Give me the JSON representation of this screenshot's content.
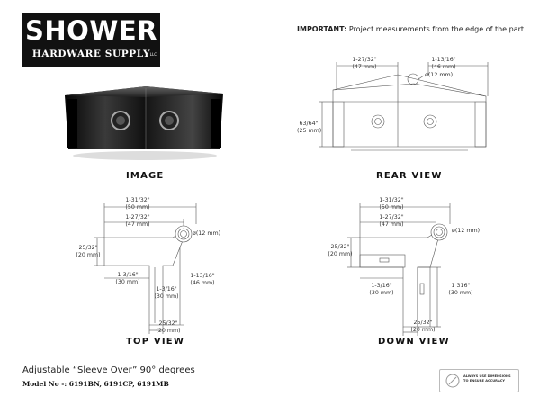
{
  "logo": {
    "brand": "SHOWER",
    "sub": "HARDWARE SUPPLY",
    "llc": "LLC"
  },
  "notice": {
    "bold": "IMPORTANT:",
    "text": " Project measurements from the edge of the part."
  },
  "views": {
    "image": "IMAGE",
    "rear": "REAR VIEW",
    "top": "TOP VIEW",
    "down": "DOWN VIEW"
  },
  "rear": {
    "w1": "1-27/32\"",
    "w1mm": "(47 mm)",
    "w2": "1-13/16\"",
    "w2mm": "(46 mm)",
    "hole": "ø(12 mm)",
    "h": "63/64\"",
    "hmm": "(25 mm)"
  },
  "top": {
    "total": "1-31/32\"",
    "totalmm": "(50 mm)",
    "inner": "1-27/32\"",
    "innermm": "(47 mm)",
    "hole": "ø(12 mm)",
    "left": "25/32\"",
    "leftmm": "(20 mm)",
    "arm": "1-3/16\"",
    "armmm": "(30 mm)",
    "arm2": "1-3/16\"",
    "arm2mm": "(30 mm)",
    "depth": "1-13/16\"",
    "depthmm": "(46 mm)",
    "bottom": "25/32\"",
    "bottommm": "(20 mm)"
  },
  "down": {
    "total": "1-31/32\"",
    "totalmm": "(50 mm)",
    "inner": "1-27/32\"",
    "innermm": "(47 mm)",
    "hole": "ø(12 mm)",
    "left": "25/32\"",
    "leftmm": "(20 mm)",
    "arm": "1-3/16\"",
    "armmm": "(30 mm)",
    "right": "1 316\"",
    "rightmm": "(30 mm)",
    "bottom": "25/32\"",
    "bottommm": "(20 mm)"
  },
  "description": "Adjustable “Sleeve Over” 90° degrees",
  "model": "Model No -: 6191BN, 6191CP, 6191MB",
  "badge": {
    "line1": "ALWAYS USE DIMENSIONS",
    "line2": "TO ENSURE ACCURACY"
  },
  "colors": {
    "logo_bg": "#111111",
    "line": "#555555",
    "metal_dark": "#1a1a1a"
  }
}
